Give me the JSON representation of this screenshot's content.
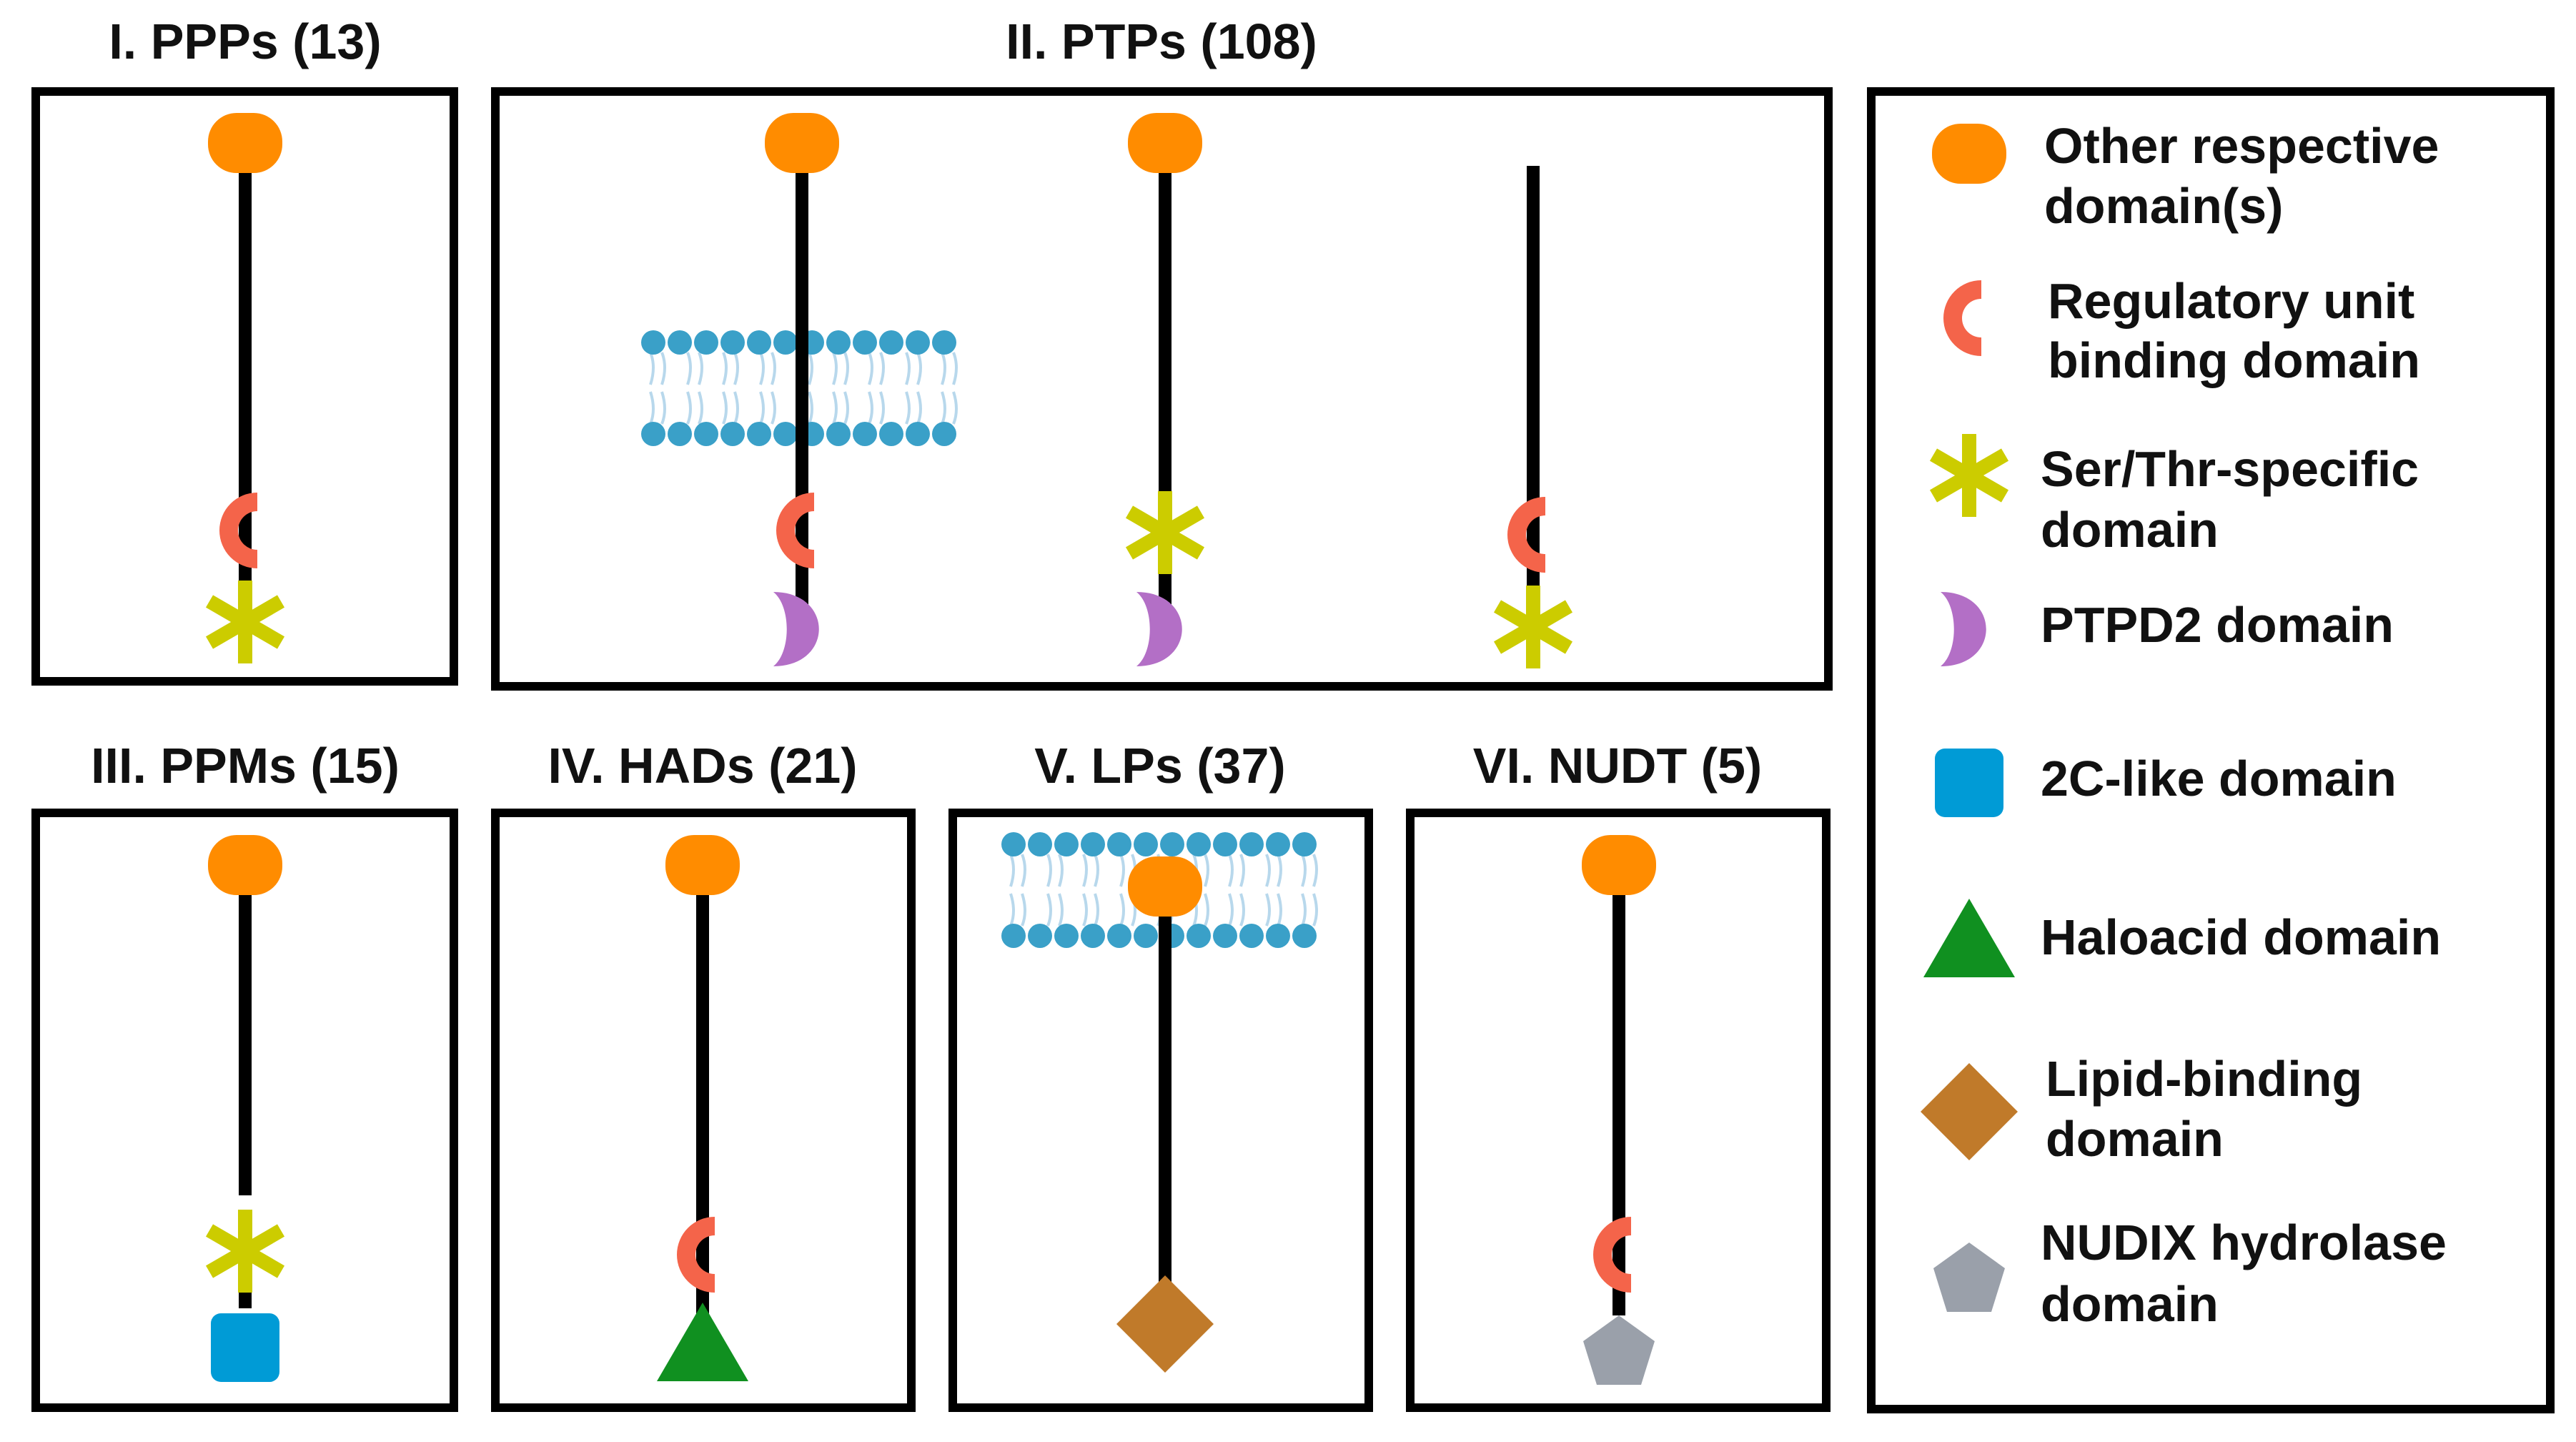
{
  "colors": {
    "frame": "#000000",
    "stem": "#000000",
    "other_domain": "#ff8c00",
    "regulatory_domain": "#f4644a",
    "ser_thr_domain": "#cccc00",
    "ptpd2_domain": "#b36fc6",
    "c2_like_domain": "#009bd6",
    "haloacid_domain": "#109020",
    "lipid_binding_domain": "#c07a2a",
    "nudix_domain": "#9aa0aa",
    "membrane_head": "#3aa0c8",
    "membrane_tail": "#b8d8ec"
  },
  "families": [
    {
      "id": "ppps",
      "title": "I. PPPs (13)",
      "proteins": [
        {
          "top": "other",
          "membrane": false,
          "domains": [
            "regulatory",
            "ser_thr"
          ]
        }
      ]
    },
    {
      "id": "ptps",
      "title": "II. PTPs (108)",
      "proteins": [
        {
          "top": "other",
          "membrane": true,
          "domains": [
            "regulatory",
            "ptpd2"
          ]
        },
        {
          "top": "other",
          "membrane": false,
          "domains": [
            "ser_thr",
            "ptpd2"
          ]
        },
        {
          "top": "none",
          "membrane": false,
          "domains": [
            "regulatory",
            "ser_thr"
          ]
        }
      ]
    },
    {
      "id": "ppms",
      "title": "III. PPMs (15)",
      "proteins": [
        {
          "top": "other",
          "membrane": false,
          "domains": [
            "ser_thr",
            "c2_like"
          ]
        }
      ]
    },
    {
      "id": "hads",
      "title": "IV. HADs (21)",
      "proteins": [
        {
          "top": "other",
          "membrane": false,
          "domains": [
            "regulatory",
            "haloacid"
          ]
        }
      ]
    },
    {
      "id": "lps",
      "title": "V. LPs (37)",
      "proteins": [
        {
          "top": "other",
          "membrane": true,
          "domains": [
            "lipid_binding"
          ]
        }
      ]
    },
    {
      "id": "nudt",
      "title": "VI. NUDT (5)",
      "proteins": [
        {
          "top": "other",
          "membrane": false,
          "domains": [
            "regulatory",
            "nudix"
          ]
        }
      ]
    }
  ],
  "legend": {
    "items": [
      {
        "shape": "other",
        "line1": "Other respective",
        "line2": "domain(s)"
      },
      {
        "shape": "regulatory",
        "line1": "Regulatory unit",
        "line2": "binding domain"
      },
      {
        "shape": "ser_thr",
        "line1": "Ser/Thr-specific",
        "line2": "domain"
      },
      {
        "shape": "ptpd2",
        "line1": "PTPD2 domain",
        "line2": ""
      },
      {
        "shape": "c2_like",
        "line1": "2C-like domain",
        "line2": ""
      },
      {
        "shape": "haloacid",
        "line1": "Haloacid domain",
        "line2": ""
      },
      {
        "shape": "lipid_binding",
        "line1": "Lipid-binding",
        "line2": "domain"
      },
      {
        "shape": "nudix",
        "line1": "NUDIX hydrolase",
        "line2": "domain"
      }
    ]
  }
}
